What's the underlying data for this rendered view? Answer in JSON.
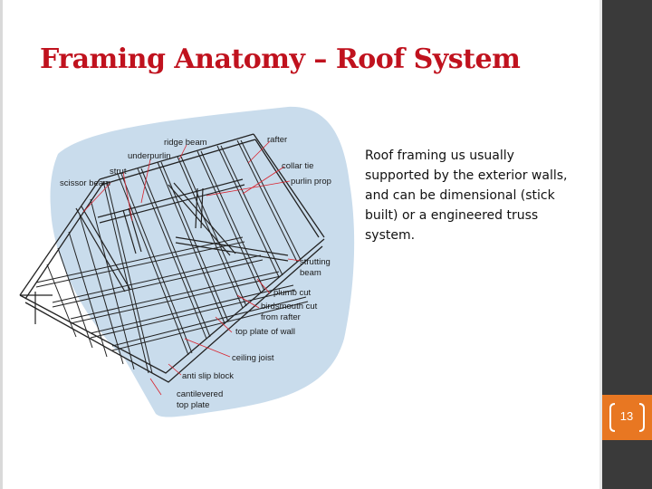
{
  "slide": {
    "title": "Framing Anatomy – Roof System",
    "body": "Roof framing us usually supported by the exterior walls, and can be dimensional (stick built) or a engineered truss system.",
    "page_number": "13"
  },
  "diagram": {
    "labels": {
      "ridge_beam": "ridge beam",
      "underpurlin": "underpurlin",
      "strut": "strut",
      "scissor_beam": "scissor beam",
      "rafter": "rafter",
      "collar_tie": "collar tie",
      "purlin_prop": "purlin prop",
      "strutting_beam_1": "strutting",
      "strutting_beam_2": "beam",
      "plumb_cut": "plumb cut",
      "birdsmouth_1": "birdsmouth cut",
      "birdsmouth_2": "from rafter",
      "top_plate": "top plate of wall",
      "ceiling_joist": "ceiling joist",
      "anti_slip": "anti slip block",
      "cantilevered_1": "cantilevered",
      "cantilevered_2": "top plate"
    }
  },
  "colors": {
    "title": "#c0121e",
    "accent": "#e87722",
    "sidebar": "#3a3a3a",
    "diagram_bg": "#c9dcec",
    "leader": "#d9232e"
  }
}
